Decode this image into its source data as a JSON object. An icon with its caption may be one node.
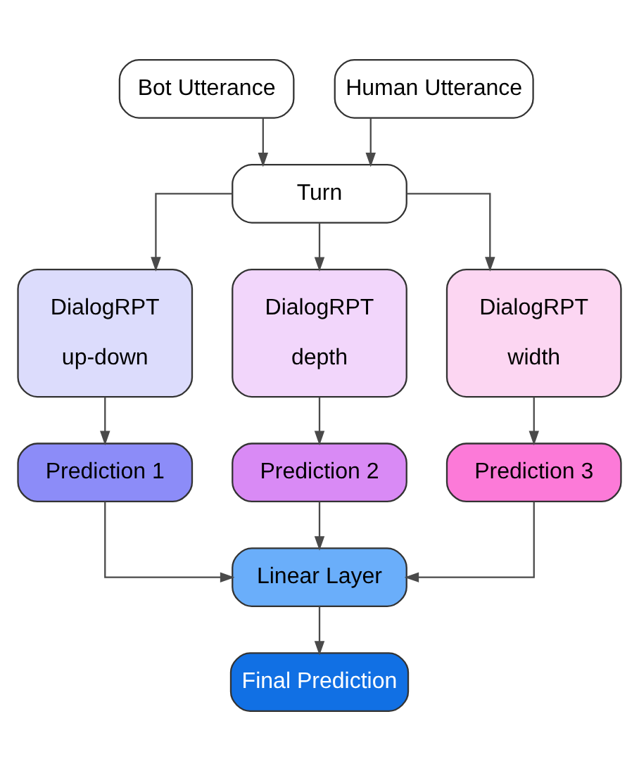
{
  "diagram": {
    "nodes": [
      {
        "text": [
          "Bot Utterance"
        ]
      },
      {
        "text": [
          "Human Utterance"
        ]
      },
      {
        "text": [
          "Turn"
        ]
      },
      {
        "text": [
          "DialogRPT",
          "up-down"
        ]
      },
      {
        "text": [
          "DialogRPT",
          "depth"
        ]
      },
      {
        "text": [
          "DialogRPT",
          "width"
        ]
      },
      {
        "text": [
          "Prediction 1"
        ]
      },
      {
        "text": [
          "Prediction 2"
        ]
      },
      {
        "text": [
          "Prediction 3"
        ]
      },
      {
        "text": [
          "Linear Layer"
        ]
      },
      {
        "text": [
          "Final Prediction"
        ]
      }
    ],
    "edges": [
      {
        "from": 0,
        "to": 2,
        "arrow": "to"
      },
      {
        "from": 1,
        "to": 2,
        "arrow": "to"
      },
      {
        "from": 2,
        "to": 3,
        "arrow": "to"
      },
      {
        "from": 2,
        "to": 4,
        "arrow": "to"
      },
      {
        "from": 2,
        "to": 5,
        "arrow": "to"
      },
      {
        "from": 3,
        "to": 6,
        "arrow": "to"
      },
      {
        "from": 4,
        "to": 7,
        "arrow": "to"
      },
      {
        "from": 5,
        "to": 8,
        "arrow": "to"
      },
      {
        "from": 6,
        "to": 9,
        "arrow": "to"
      },
      {
        "from": 7,
        "to": 9,
        "arrow": "to"
      },
      {
        "from": 8,
        "to": 9,
        "arrow": "to"
      },
      {
        "from": 9,
        "to": 10,
        "arrow": "to"
      }
    ]
  }
}
